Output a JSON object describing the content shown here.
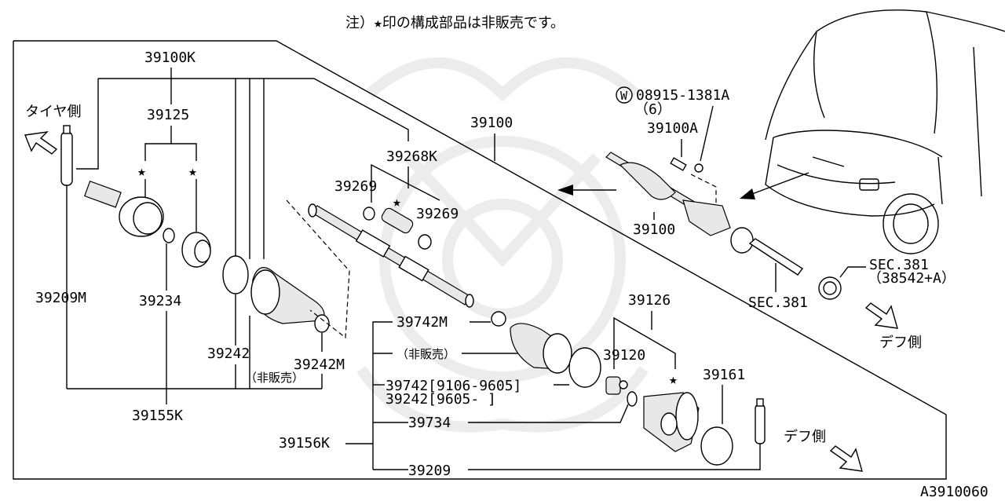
{
  "note": "注）★印の構成部品は非販売です。",
  "diagram_code": "A3910060",
  "directions": {
    "tire_side": "タイヤ側",
    "diff_side_upper": "デフ側",
    "diff_side_lower": "デフ側"
  },
  "labels": {
    "p39100K": "39100K",
    "p39125": "39125",
    "p39209M": "39209M",
    "p39234": "39234",
    "p39242": "39242",
    "p39242M": "39242M",
    "not_for_sale_left": "（非販売）",
    "p39155K": "39155K",
    "p39268K": "39268K",
    "p39269_left": "39269",
    "p39269_right": "39269",
    "p39100_mid": "39100",
    "p39742M": "39742M",
    "not_for_sale_right": "（非販売）",
    "p39742_range": "39742[9106-9605]",
    "p39242_range": "39242[9605-     ]",
    "p39734": "39734",
    "p39156K": "39156K",
    "p39209": "39209",
    "p39126": "39126",
    "p39120": "39120",
    "p39161": "39161",
    "washer_circle": "W",
    "bolt_part": "08915-1381A",
    "bolt_qty": "（6）",
    "p39100A": "39100A",
    "p39100_right": "39100",
    "sec381_shaft": "SEC.381",
    "sec381_seal": "SEC.381",
    "sec381_seal_ref": "（38542+A）"
  }
}
